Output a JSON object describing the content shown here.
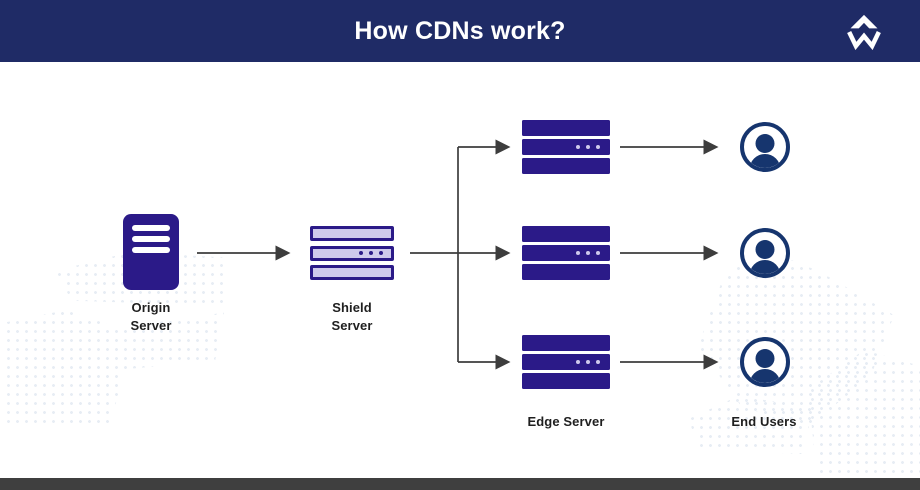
{
  "header": {
    "title": "How CDNs work?",
    "logo_icon": "webkul-logo"
  },
  "nodes": {
    "origin": {
      "label": "Origin Server",
      "icon": "origin-server-icon"
    },
    "shield": {
      "label": "Shield Server",
      "icon": "shield-server-icon"
    },
    "edge": {
      "label": "Edge Server",
      "icon": "edge-server-icon",
      "count": 3
    },
    "users": {
      "label": "End Users",
      "icon": "user-circle-icon",
      "count": 3
    }
  },
  "colors": {
    "header": "#1f2b66",
    "indigo": "#2b1a88",
    "lavender": "#cfcaec",
    "person": "#16356e",
    "arrow": "#3d3d3d",
    "text": "#1f1f1f",
    "footer": "#3f3f3f",
    "dots": "#e3eaf2",
    "white": "#ffffff"
  }
}
